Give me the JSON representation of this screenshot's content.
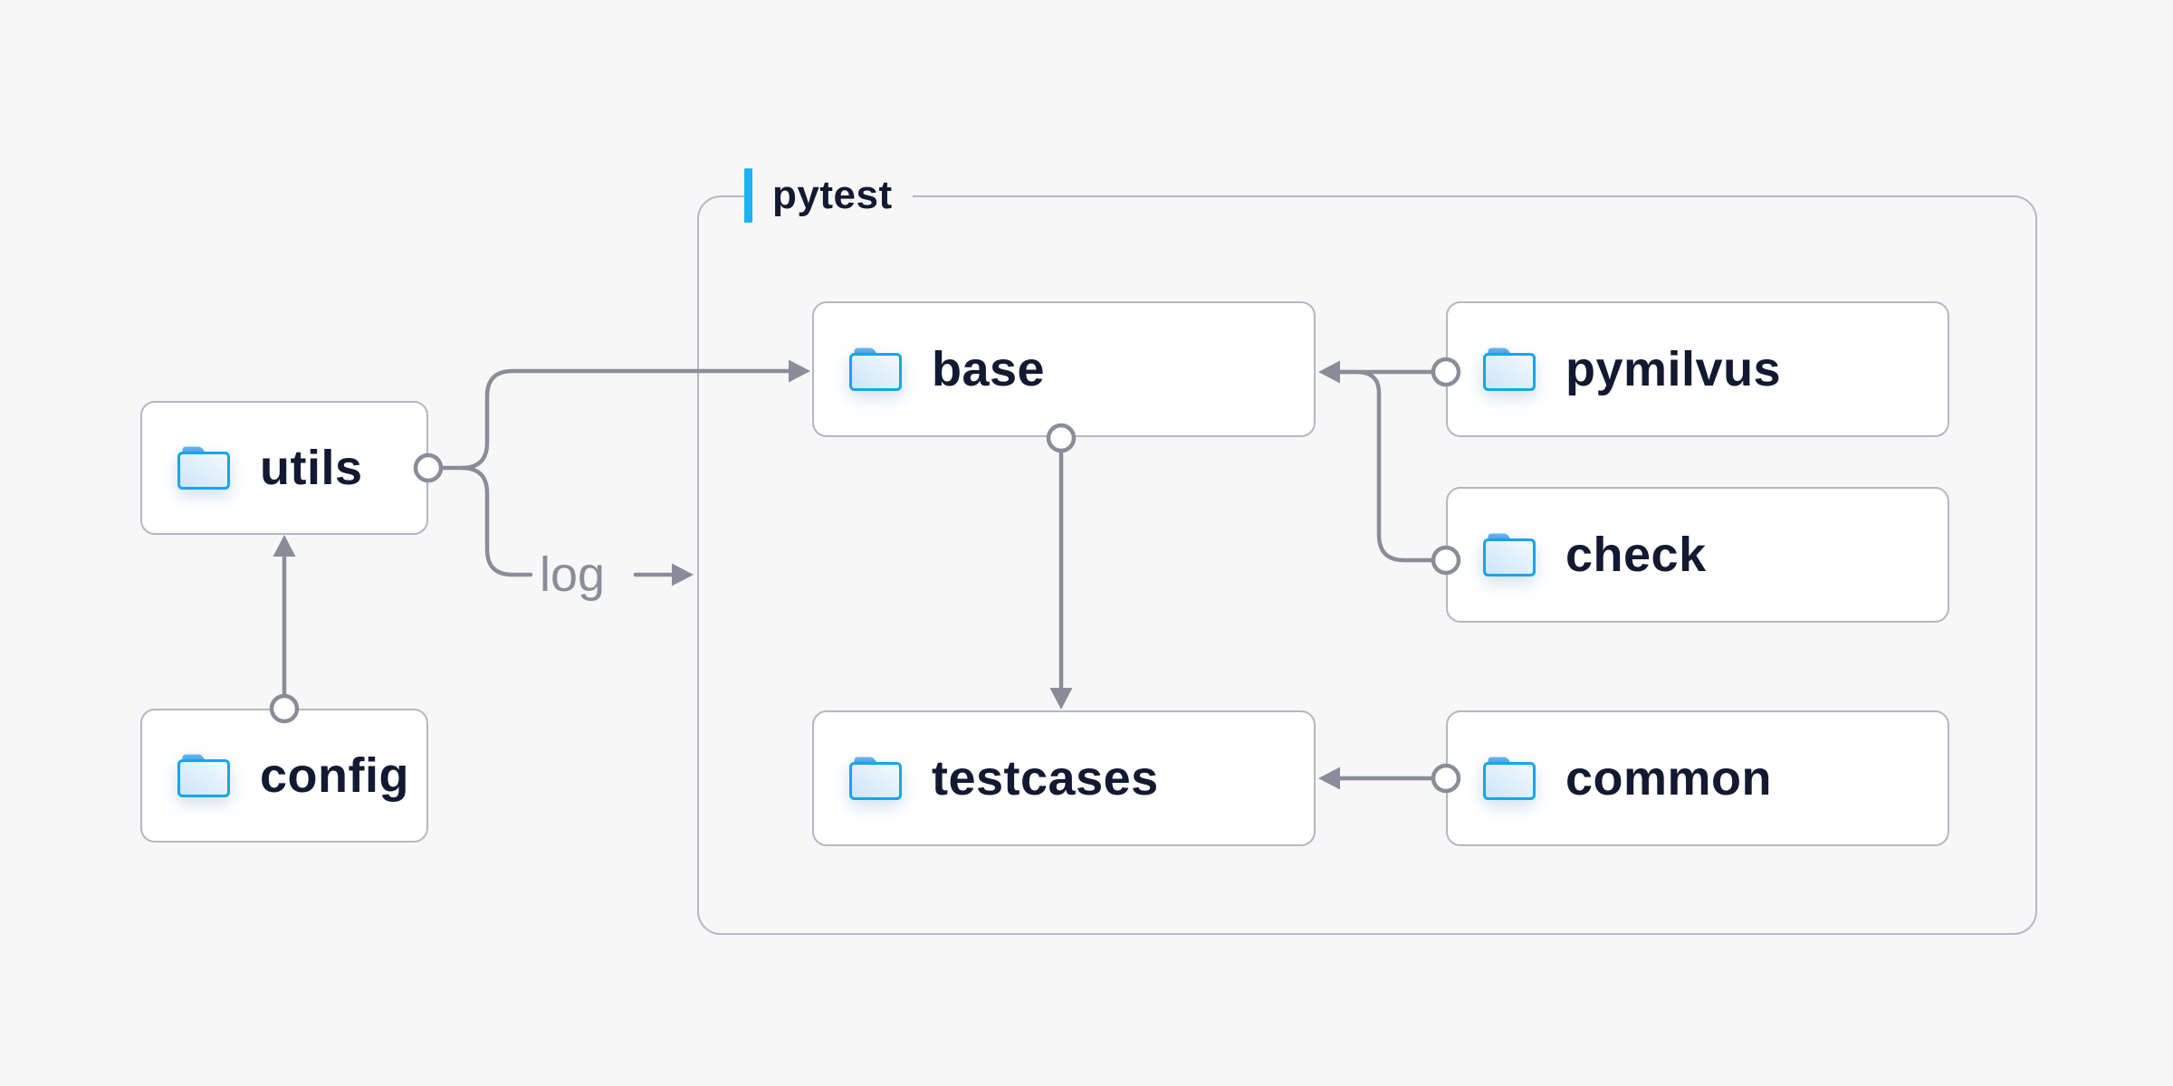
{
  "group": {
    "label": "pytest"
  },
  "nodes": [
    {
      "id": "utils",
      "label": "utils"
    },
    {
      "id": "config",
      "label": "config"
    },
    {
      "id": "base",
      "label": "base"
    },
    {
      "id": "pymilvus",
      "label": "pymilvus"
    },
    {
      "id": "check",
      "label": "check"
    },
    {
      "id": "testcases",
      "label": "testcases"
    },
    {
      "id": "common",
      "label": "common"
    }
  ],
  "edge_label": "log",
  "edges": [
    {
      "from": "config",
      "to": "utils"
    },
    {
      "from": "utils",
      "to": "base"
    },
    {
      "from": "utils",
      "to": "log"
    },
    {
      "from": "pymilvus",
      "to": "base"
    },
    {
      "from": "check",
      "to": "base"
    },
    {
      "from": "base",
      "to": "testcases"
    },
    {
      "from": "common",
      "to": "testcases"
    }
  ],
  "icons": {
    "node_icon": "folder-icon"
  },
  "colors": {
    "background": "#f7f7f8",
    "node_background": "#ffffff",
    "border_gray": "#b5b7c2",
    "connector_gray": "#8a8d99",
    "accent_blue": "#1db3f2",
    "folder_blue": "#16a5ee",
    "text_dark": "#121a32",
    "edge_label_gray": "#8a8d99"
  }
}
